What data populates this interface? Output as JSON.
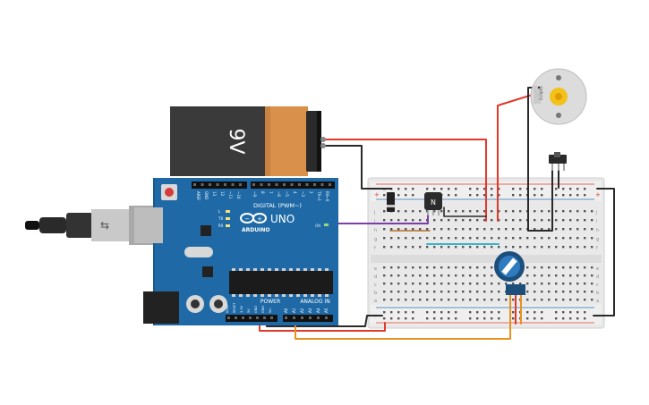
{
  "battery": {
    "label": "9V",
    "body_color": "#3a3a3a",
    "cap_color": "#d8904a"
  },
  "arduino": {
    "brand": "ARDUINO",
    "model": "UNO",
    "digital_header": "DIGITAL (PWM~)",
    "analog_header": "ANALOG IN",
    "power_header": "POWER",
    "board_color": "#1f6aa6",
    "digital_pins": [
      "AREF",
      "GND",
      "13",
      "12",
      "~11",
      "~10",
      "~9",
      "8",
      "7",
      "~6",
      "~5",
      "4",
      "~3",
      "2",
      "TX→1",
      "RX←0"
    ],
    "analog_pins": [
      "A0",
      "A1",
      "A2",
      "A3",
      "A4",
      "A5"
    ],
    "power_pins": [
      "IOREF",
      "RESET",
      "3.3V",
      "5V",
      "GND",
      "GND",
      "Vin"
    ],
    "led_labels": [
      "L",
      "TX",
      "RX"
    ],
    "on_label": "ON"
  },
  "transistor": {
    "label": "N"
  },
  "motor": {
    "label": "Ecliptic"
  },
  "breadboard": {
    "row_letters_top": [
      "j",
      "i",
      "h",
      "g",
      "f"
    ],
    "row_letters_bottom": [
      "e",
      "d",
      "c",
      "b",
      "a"
    ],
    "plus": "+",
    "minus": "-"
  },
  "wire_colors": {
    "red": "#e03a2b",
    "black": "#2a2a2a",
    "purple": "#7a3fa8",
    "orange": "#e8921e"
  }
}
